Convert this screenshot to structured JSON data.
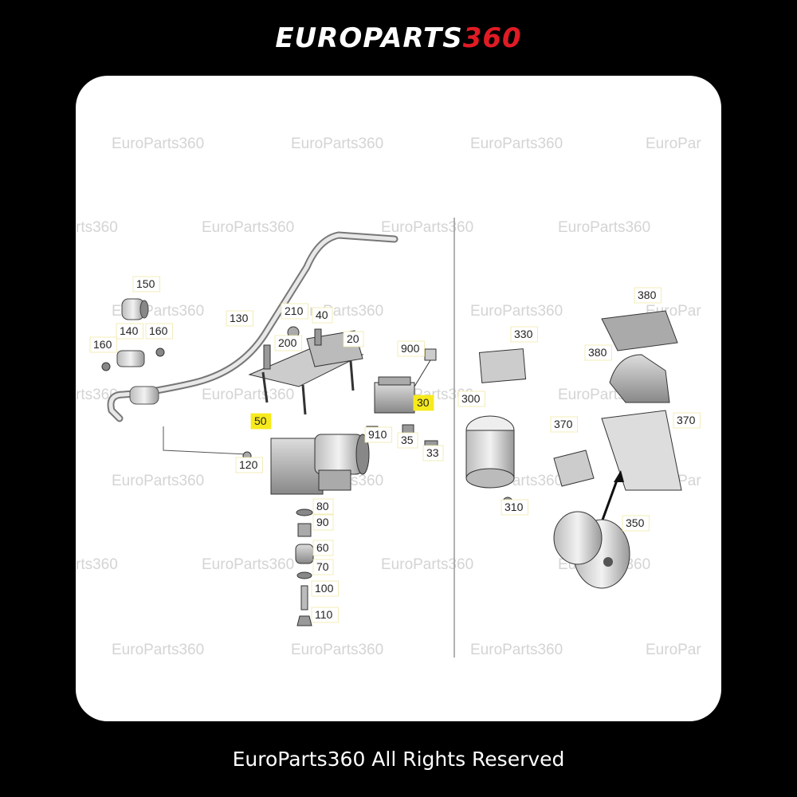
{
  "brand": {
    "logo_main": "EUROPARTS",
    "logo_num": "360",
    "accent_color": "#e01b24",
    "footer": "EuroParts360 All Rights Reserved"
  },
  "watermark_text": "EuroParts360",
  "watermark_partial_right": "EuroPar",
  "watermark_partial_left": "rts360",
  "diagram": {
    "highlight_color": "#f7ea1c",
    "labels": [
      {
        "id": "150",
        "text": "150",
        "highlight": false
      },
      {
        "id": "140",
        "text": "140",
        "highlight": false
      },
      {
        "id": "160a",
        "text": "160",
        "highlight": false
      },
      {
        "id": "160b",
        "text": "160",
        "highlight": false
      },
      {
        "id": "130",
        "text": "130",
        "highlight": false
      },
      {
        "id": "210",
        "text": "210",
        "highlight": false
      },
      {
        "id": "40",
        "text": "40",
        "highlight": false
      },
      {
        "id": "200",
        "text": "200",
        "highlight": false
      },
      {
        "id": "20",
        "text": "20",
        "highlight": false
      },
      {
        "id": "900",
        "text": "900",
        "highlight": false
      },
      {
        "id": "30",
        "text": "30",
        "highlight": true
      },
      {
        "id": "50",
        "text": "50",
        "highlight": true
      },
      {
        "id": "910",
        "text": "910",
        "highlight": false
      },
      {
        "id": "35",
        "text": "35",
        "highlight": false
      },
      {
        "id": "33",
        "text": "33",
        "highlight": false
      },
      {
        "id": "120",
        "text": "120",
        "highlight": false
      },
      {
        "id": "80",
        "text": "80",
        "highlight": false
      },
      {
        "id": "90",
        "text": "90",
        "highlight": false
      },
      {
        "id": "60",
        "text": "60",
        "highlight": false
      },
      {
        "id": "70",
        "text": "70",
        "highlight": false
      },
      {
        "id": "100",
        "text": "100",
        "highlight": false
      },
      {
        "id": "110",
        "text": "110",
        "highlight": false
      },
      {
        "id": "330",
        "text": "330",
        "highlight": false
      },
      {
        "id": "380a",
        "text": "380",
        "highlight": false
      },
      {
        "id": "380b",
        "text": "380",
        "highlight": false
      },
      {
        "id": "300",
        "text": "300",
        "highlight": false
      },
      {
        "id": "370a",
        "text": "370",
        "highlight": false
      },
      {
        "id": "370b",
        "text": "370",
        "highlight": false
      },
      {
        "id": "310",
        "text": "310",
        "highlight": false
      },
      {
        "id": "350",
        "text": "350",
        "highlight": false
      }
    ]
  }
}
